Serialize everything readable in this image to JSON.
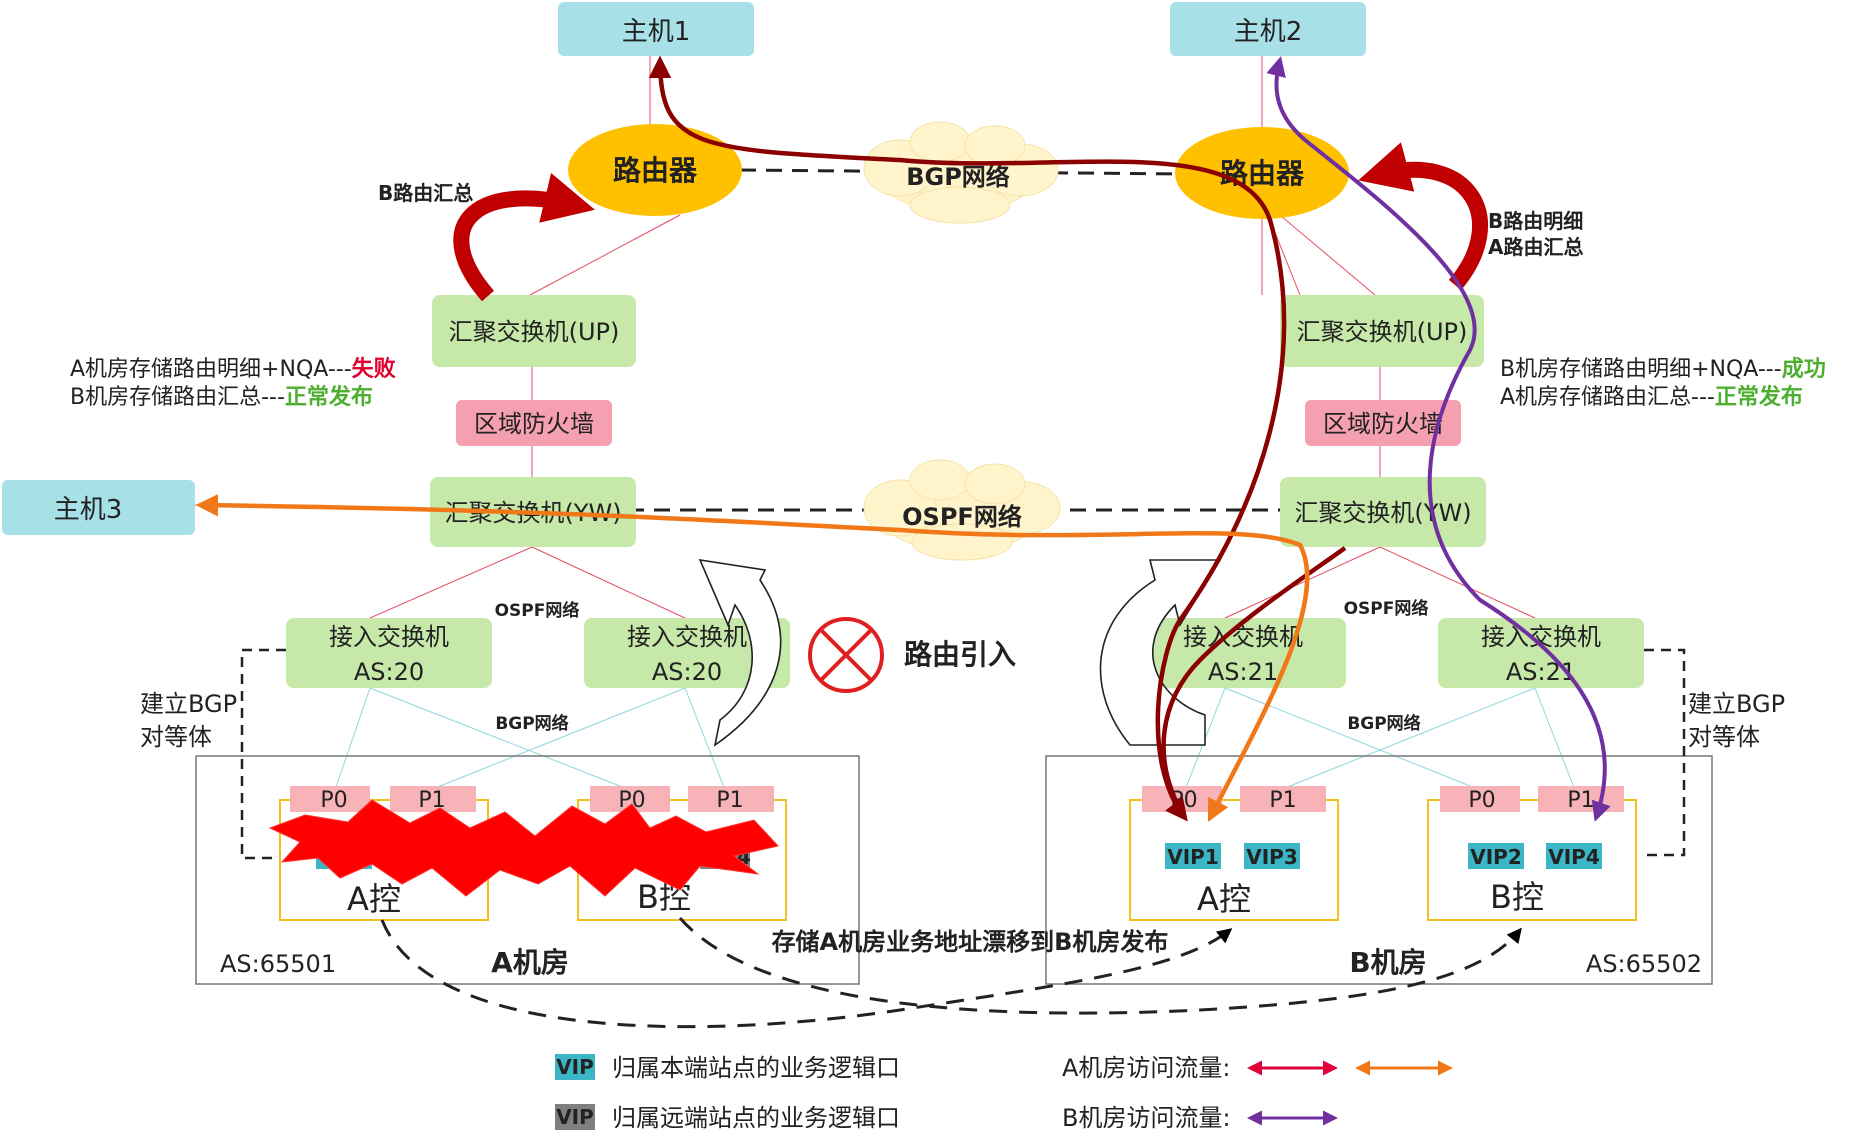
{
  "hosts": {
    "host1": "主机1",
    "host2": "主机2",
    "host3": "主机3"
  },
  "router_label": "路由器",
  "bgp_network": "BGP网络",
  "ospf_network": "OSPF网络",
  "agg_up": "汇聚交换机(UP)",
  "firewall": "区域防火墙",
  "agg_yw": "汇聚交换机(YW)",
  "access_switch": "接入交换机",
  "as_a": "AS:20",
  "as_b": "AS:21",
  "ospf_small": "OSPF网络",
  "bgp_small": "BGP网络",
  "route_import": "路由引入",
  "bgp_peer_line1": "建立BGP",
  "bgp_peer_line2": "对等体",
  "ports": {
    "p0": "P0",
    "p1": "P1"
  },
  "ctrl_a": "A控",
  "ctrl_b": "B控",
  "vips": {
    "vip1": "VIP1",
    "vip2": "VIP2",
    "vip3": "VIP3",
    "vip4": "VIP4"
  },
  "room_a": "A机房",
  "room_b": "B机房",
  "as_room_a": "AS:65501",
  "as_room_b": "AS:65502",
  "left_router_note": "B路由汇总",
  "right_router_note_1": "B路由明细",
  "right_router_note_2": "A路由汇总",
  "left_status": {
    "line1_prefix": "A机房存储路由明细+NQA---",
    "line1_status": "失败",
    "line2_prefix": "B机房存储路由汇总---",
    "line2_status": "正常发布"
  },
  "right_status": {
    "line1_prefix": "B机房存储路由明细+NQA---",
    "line1_status": "成功",
    "line2_prefix": "A机房存储路由汇总---",
    "line2_status": "正常发布"
  },
  "migration_note": "存储A机房业务地址漂移到B机房发布",
  "legend": {
    "vip_tag": "VIP",
    "local_vip": "归属本端站点的业务逻辑口",
    "remote_vip": "归属远端站点的业务逻辑口",
    "a_traffic": "A机房访问流量:",
    "b_traffic": "B机房访问流量:"
  },
  "colors": {
    "host_fill": "#a8e0e8",
    "router_fill": "#ffc000",
    "switch_fill": "#c6e8a8",
    "firewall_fill": "#f4a0b0",
    "port_fill": "#f7b3b8",
    "vip_fill": "#3bb6c6",
    "vip_remote_fill": "#7f7f7f",
    "cloud_fill": "#fff4cc",
    "dark_red": "#8b0000",
    "orange": "#f07818",
    "purple": "#7030a0",
    "status_red": "#e0002b",
    "status_green": "#4caf30",
    "note_orange": "#f07818",
    "note_green": "#4caf30",
    "curve_red": "#c00000",
    "crash_red": "#ff0000"
  }
}
